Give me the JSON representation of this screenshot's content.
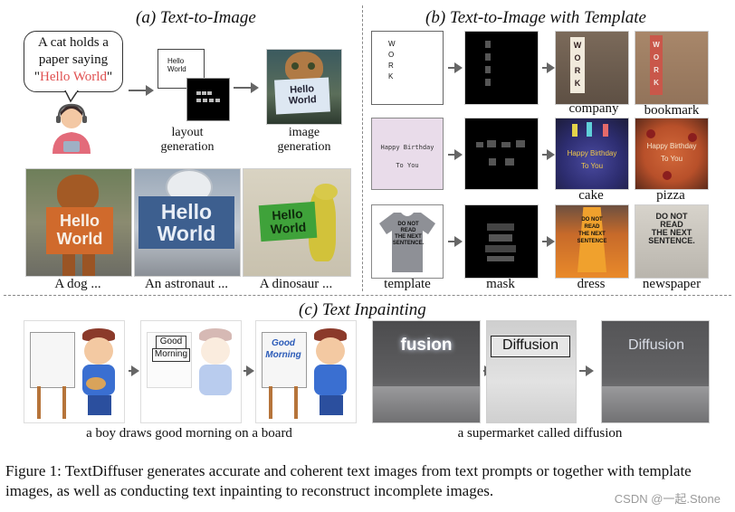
{
  "sections": {
    "a": {
      "title": "(a) Text-to-Image"
    },
    "b": {
      "title": "(b) Text-to-Image with Template"
    },
    "c": {
      "title": "(c) Text Inpainting"
    }
  },
  "a": {
    "prompt_line1": "A cat holds a",
    "prompt_line2": "paper saying",
    "prompt_quote_open": "\"",
    "prompt_highlight": "Hello World",
    "prompt_quote_close": "\"",
    "highlight_color": "#e05050",
    "layout_box_text": "Hello\nWorld",
    "layout_label_1": "layout",
    "layout_label_2": "generation",
    "image_label_1": "image",
    "image_label_2": "generation",
    "cat_sign": "Hello\nWorld",
    "examples": [
      {
        "caption": "A dog ...",
        "sign": "Hello\nWorld"
      },
      {
        "caption": "An astronaut ...",
        "sign": "Hello\nWorld"
      },
      {
        "caption": "A dinosaur ...",
        "sign": "Hello\nWorld"
      }
    ]
  },
  "b": {
    "rows": [
      {
        "template_text": "W\nO\nR\nK",
        "out1_label": "company",
        "out2_label": "bookmark",
        "out1_sign": "W\nO\nR\nK",
        "out2_sign": "W\nO\nR\nK"
      },
      {
        "template_text": "Happy Birthday\nTo You",
        "out1_label": "cake",
        "out2_label": "pizza",
        "out1_sign": "Happy Birthday\nTo You",
        "out2_sign": "Happy Birthday\nTo You"
      },
      {
        "template_text": "DO NOT\nREAD\nTHE NEXT\nSENTENCE.",
        "template_label": "template",
        "mask_label": "mask",
        "out1_label": "dress",
        "out2_label": "newspaper",
        "out1_sign": "DO NOT\nREAD\nTHE NEXT\nSENTENCE",
        "out2_sign": "DO NOT\nREAD\nTHE NEXT\nSENTENCE."
      }
    ]
  },
  "c": {
    "boy_masked_text": "Good\nMorning",
    "boy_result_text": "Good\nMorning",
    "boy_caption": "a boy draws good morning on a board",
    "store_original": "fusion",
    "store_masked": "Diffusion",
    "store_result": "Diffusion",
    "store_caption": "a supermarket called diffusion"
  },
  "figure_caption": "Figure 1:  TextDiffuser generates accurate and coherent text images from text prompts or together with template images, as well as conducting text inpainting to reconstruct incomplete images.",
  "watermark": "CSDN @一起.Stone"
}
